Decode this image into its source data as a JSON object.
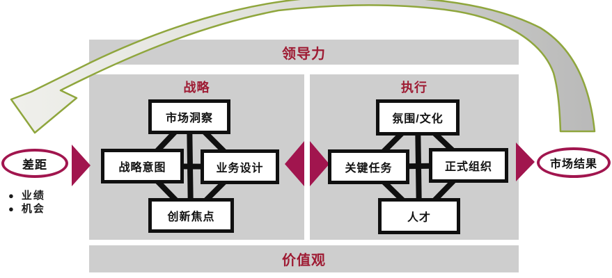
{
  "banner": {
    "label": "领导力"
  },
  "values_bar": {
    "label": "价值观"
  },
  "gap_oval": {
    "label": "差距"
  },
  "gap_bullets": {
    "item1": "业绩",
    "item2": "机会"
  },
  "market_results_oval": {
    "label": "市场结果"
  },
  "strategy": {
    "label": "战略",
    "nodes": {
      "top": "市场洞察",
      "left": "战略意图",
      "right": "业务设计",
      "bottom": "创新焦点"
    }
  },
  "execution": {
    "label": "执行",
    "nodes": {
      "top": "氛围/文化",
      "left": "关键任务",
      "right": "正式组织",
      "bottom": "人才"
    }
  },
  "colors": {
    "section_gray": "#cecece",
    "crimson_shapes": "#a1154e",
    "heading_red": "#9e1b33",
    "arrow_green_outline": "#8fa63d",
    "node_border_black": "#101010"
  },
  "icons": {
    "feedback_arrow": "curved-feedback-arrow",
    "gap_flow_arrow": "right-triangle-arrow",
    "strategy_execution_link": "double-diamond-arrow",
    "results_flow_arrow": "right-triangle-arrow"
  }
}
